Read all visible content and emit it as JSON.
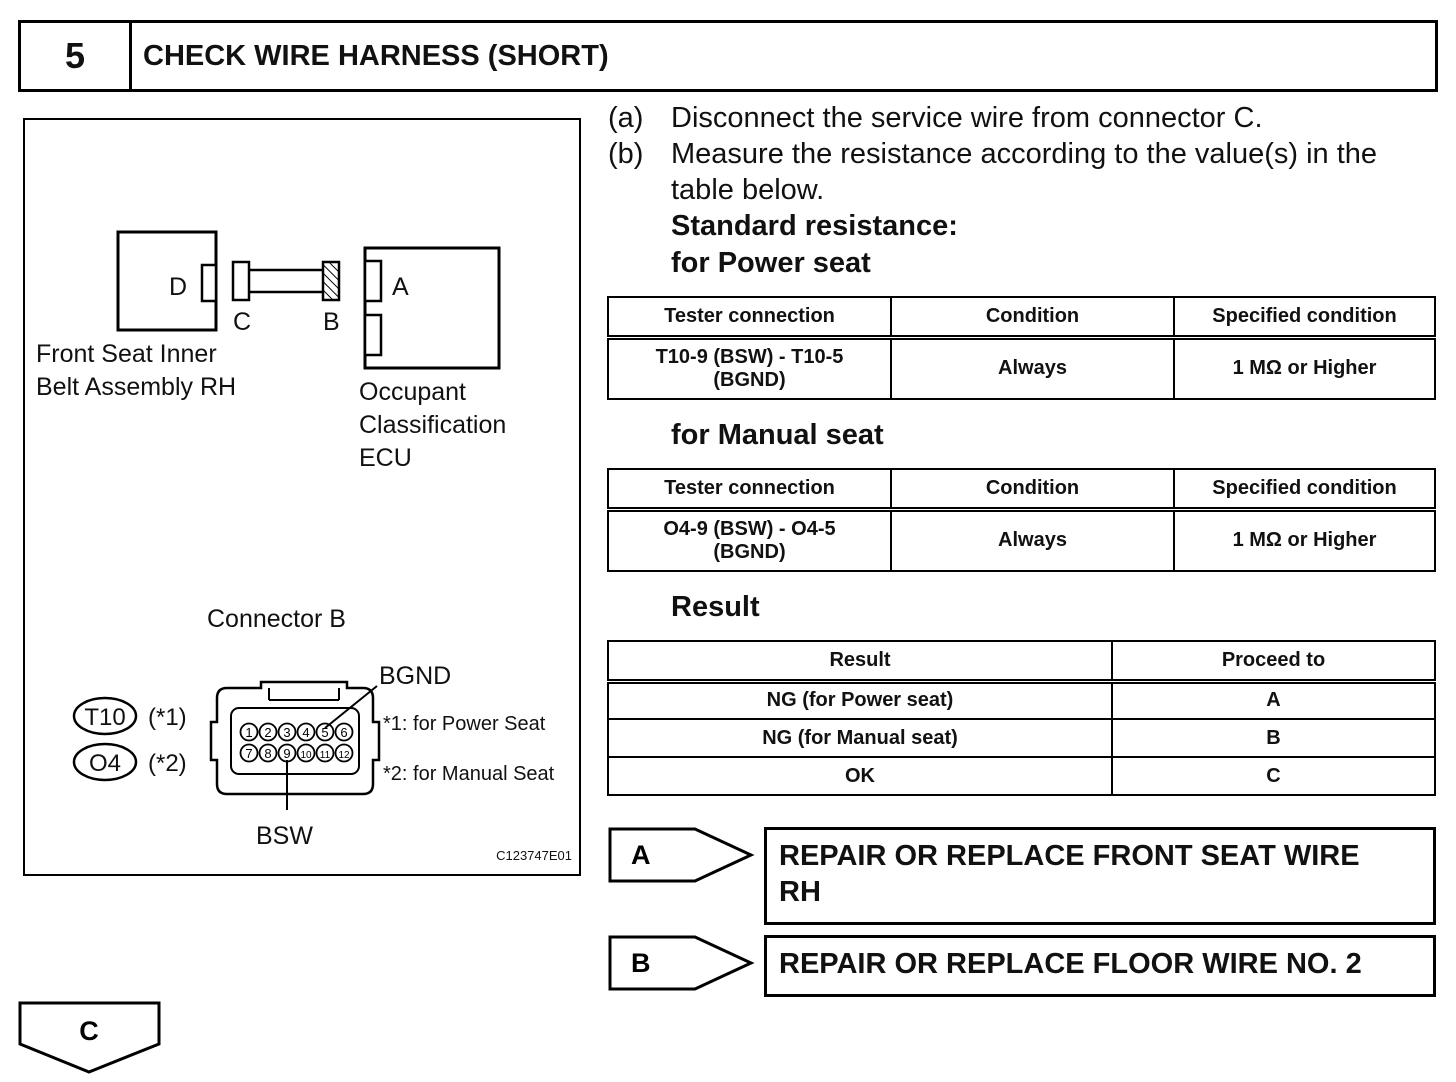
{
  "step": {
    "number": "5",
    "title": "CHECK WIRE HARNESS (SHORT)"
  },
  "figure": {
    "connector_d": "D",
    "connector_c": "C",
    "connector_b": "B",
    "connector_a": "A",
    "front_seat_label_1": "Front Seat Inner",
    "front_seat_label_2": "Belt Assembly RH",
    "ecu_label_1": "Occupant",
    "ecu_label_2": "Classification",
    "ecu_label_3": "ECU",
    "connector_b_title": "Connector B",
    "bgnd": "BGND",
    "bsw": "BSW",
    "t10": "T10",
    "o4": "O4",
    "note1_ref": "(*1)",
    "note2_ref": "(*2)",
    "note1": "*1: for Power Seat",
    "note2": "*2: for Manual Seat",
    "pins_top": [
      "1",
      "2",
      "3",
      "4",
      "5",
      "6"
    ],
    "pins_bottom": [
      "7",
      "8",
      "9",
      "10",
      "11",
      "12"
    ],
    "code": "C123747E01"
  },
  "instructions": {
    "a_letter": "(a)",
    "a_text": "Disconnect the service wire from connector C.",
    "b_letter": "(b)",
    "b_text_1": "Measure the resistance according to the value(s) in the",
    "b_text_2": "table below.",
    "standard": "Standard resistance:",
    "power_seat": "for Power seat",
    "manual_seat": "for Manual seat",
    "result_heading": "Result"
  },
  "power_table": {
    "headers": [
      "Tester connection",
      "Condition",
      "Specified condition"
    ],
    "row": {
      "tester_1": "T10-9 (BSW) - T10-5",
      "tester_2": "(BGND)",
      "condition": "Always",
      "spec": "1 MΩ or Higher"
    }
  },
  "manual_table": {
    "headers": [
      "Tester connection",
      "Condition",
      "Specified condition"
    ],
    "row": {
      "tester_1": "O4-9 (BSW) - O4-5",
      "tester_2": "(BGND)",
      "condition": "Always",
      "spec": "1 MΩ or Higher"
    }
  },
  "result_table": {
    "headers": [
      "Result",
      "Proceed to"
    ],
    "rows": [
      {
        "result": "NG (for Power seat)",
        "proceed": "A"
      },
      {
        "result": "NG (for Manual seat)",
        "proceed": "B"
      },
      {
        "result": "OK",
        "proceed": "C"
      }
    ]
  },
  "outcomes": {
    "a_label": "A",
    "a_text_1": "REPAIR OR REPLACE FRONT SEAT WIRE",
    "a_text_2": "RH",
    "b_label": "B",
    "b_text": "REPAIR OR REPLACE FLOOR WIRE NO. 2",
    "c_label": "C"
  }
}
